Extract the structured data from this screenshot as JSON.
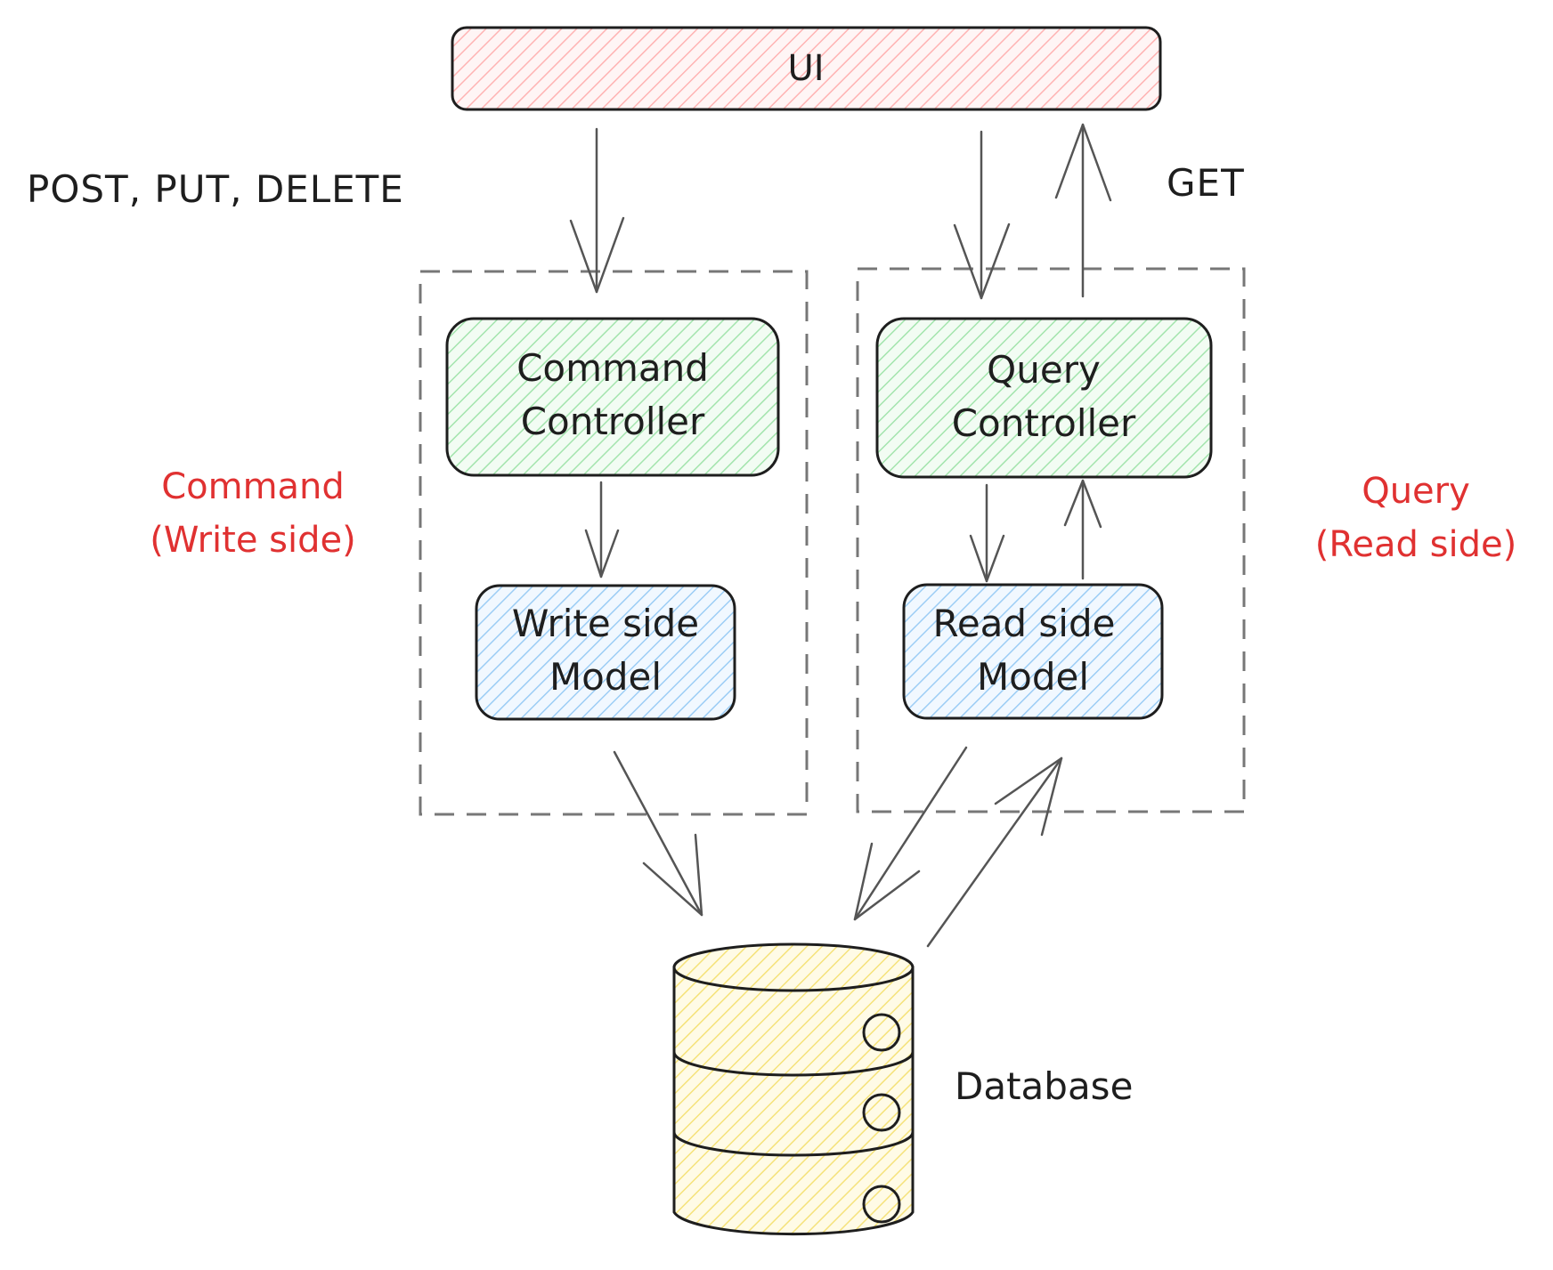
{
  "nodes": {
    "ui": {
      "label": "UI"
    },
    "command_controller": {
      "line1": "Command",
      "line2": "Controller"
    },
    "query_controller": {
      "line1": "Query",
      "line2": "Controller"
    },
    "write_model": {
      "line1": "Write side",
      "line2": "Model"
    },
    "read_model": {
      "line1": "Read side",
      "line2": "Model"
    },
    "database": {
      "label": "Database"
    }
  },
  "annotations": {
    "write_methods": "POST, PUT, DELETE",
    "read_method": "GET",
    "command_side": {
      "line1": "Command",
      "line2": "(Write side)"
    },
    "query_side": {
      "line1": "Query",
      "line2": "(Read side)"
    }
  },
  "colors": {
    "ui_fill": "#ffc9c9",
    "controller_fill": "#b2f2bb",
    "model_fill": "#a5d8ff",
    "database_fill": "#ffec99",
    "stroke": "#1e1e1e",
    "arrow": "#555555",
    "group_border": "#777777",
    "side_label": "#e03131"
  }
}
